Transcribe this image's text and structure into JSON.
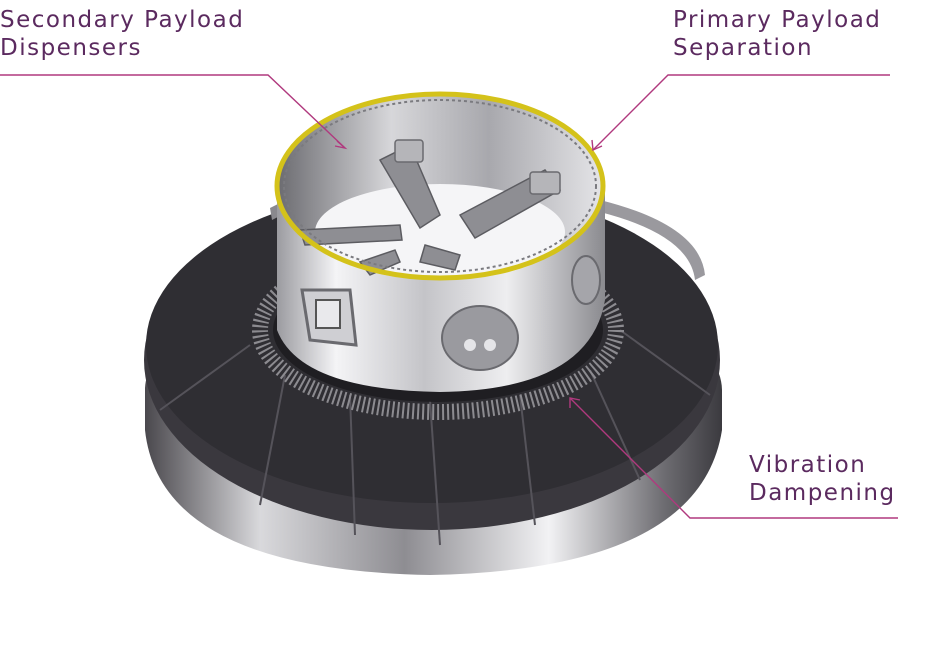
{
  "labels": {
    "secondary": {
      "line1": "Secondary Payload",
      "line2": "Dispensers"
    },
    "primary": {
      "line1": "Primary Payload",
      "line2": "Separation"
    },
    "vibration": {
      "line1": "Vibration",
      "line2": "Dampening"
    }
  },
  "colors": {
    "label_text": "#5b2a5f",
    "leader_line": "#b0397e",
    "separation_ring": "#d4c21a",
    "base_dark": "#3a383e",
    "metal": "#c9c9cc"
  },
  "image": {
    "name": "payload-adapter-illustration"
  }
}
